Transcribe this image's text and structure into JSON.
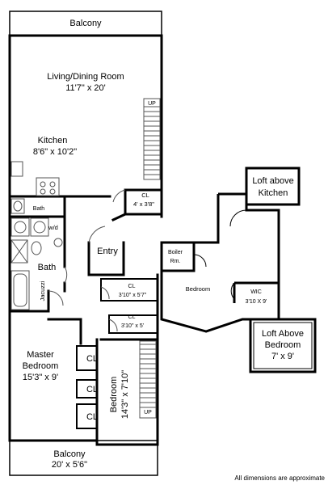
{
  "rooms": {
    "balcony_top": "Balcony",
    "living_dining": {
      "name": "Living/Dining Room",
      "size": "11'7\" x 20'"
    },
    "kitchen": {
      "name": "Kitchen",
      "size": "8'6\" x 10'2\""
    },
    "closet_kitchen": {
      "name": "CL",
      "size": "4' x 3'8\""
    },
    "bath_small": "Bath",
    "washer_dryer": "w/d",
    "bath": "Bath",
    "jacuzzi": "Jacuzzi",
    "entry": "Entry",
    "closet_hall_1": {
      "name": "CL",
      "size": "3'10\" x 5'7\""
    },
    "closet_hall_2": {
      "name": "CL",
      "size": "3'10\" x 5'"
    },
    "master_bedroom": {
      "name": "Master Bedroom",
      "line1": "Master",
      "line2": "Bedroom",
      "size": "15'3\" x 9'"
    },
    "master_closets": [
      "CL",
      "CL",
      "CL"
    ],
    "bedroom_2": {
      "name": "Bedroom",
      "size": "14'3\" x 7'10\""
    },
    "stair_up": "UP",
    "balcony_bottom": {
      "name": "Balcony",
      "size": "20' x 5'6\""
    },
    "loft_kitchen": {
      "line1": "Loft above",
      "line2": "Kitchen"
    },
    "boiler": {
      "line1": "Boiler",
      "line2": "Rm."
    },
    "upper_bedroom": "Bedroom",
    "wic": {
      "name": "WIC",
      "size": "3'10 X 9'"
    },
    "loft_bedroom": {
      "line1": "Loft Above",
      "line2": "Bedroom",
      "size": "7' x 9'"
    }
  },
  "note": "All dimensions are approximate",
  "colors": {
    "wall": "#000000",
    "background": "#ffffff",
    "fixture": "#555555"
  }
}
